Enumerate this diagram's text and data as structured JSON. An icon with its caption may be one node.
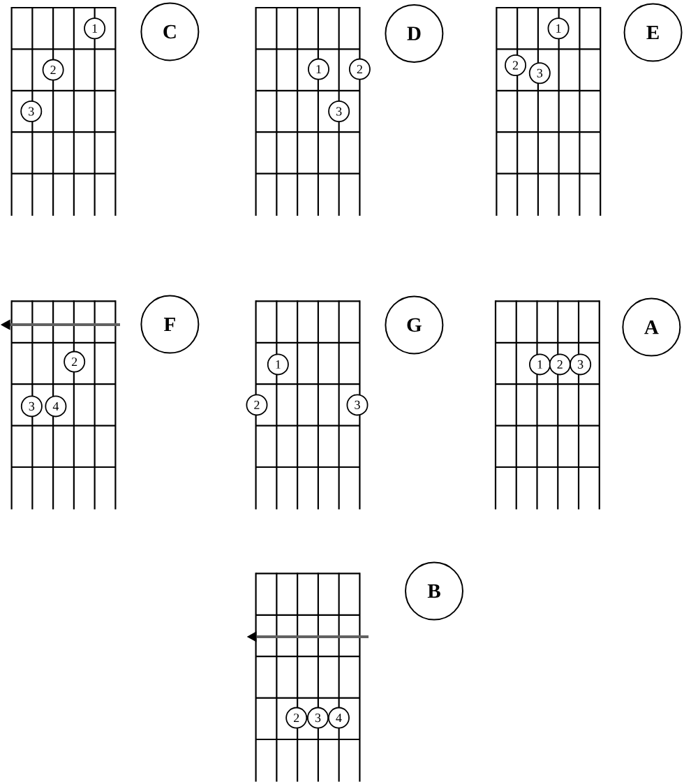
{
  "diagram": {
    "nodes": [
      {
        "text": [],
        "shape": "grid"
      },
      {
        "text": [
          "1"
        ],
        "in": 0
      },
      {
        "text": [
          "2"
        ],
        "in": 0
      },
      {
        "text": [
          "3"
        ],
        "in": 0
      },
      {
        "text": [
          "C"
        ]
      },
      {
        "text": [],
        "shape": "grid"
      },
      {
        "text": [
          "1"
        ],
        "in": 5
      },
      {
        "text": [
          "2"
        ],
        "in": 5
      },
      {
        "text": [
          "3"
        ],
        "in": 5
      },
      {
        "text": [
          "D"
        ]
      },
      {
        "text": [],
        "shape": "grid"
      },
      {
        "text": [
          "1"
        ],
        "in": 10
      },
      {
        "text": [
          "2"
        ],
        "in": 10
      },
      {
        "text": [
          "3"
        ],
        "in": 10
      },
      {
        "text": [
          "E"
        ]
      },
      {
        "text": [],
        "shape": "grid"
      },
      {
        "text": [
          "2"
        ],
        "in": 15
      },
      {
        "text": [
          "3"
        ],
        "in": 15
      },
      {
        "text": [
          "4"
        ],
        "in": 15
      },
      {
        "text": [
          "F"
        ]
      },
      {
        "text": [],
        "shape": "grid"
      },
      {
        "text": [
          "1"
        ],
        "in": 20
      },
      {
        "text": [
          "2"
        ],
        "in": 20
      },
      {
        "text": [
          "3"
        ],
        "in": 20
      },
      {
        "text": [
          "G"
        ]
      },
      {
        "text": [],
        "shape": "grid"
      },
      {
        "text": [
          "1"
        ],
        "in": 25
      },
      {
        "text": [
          "2"
        ],
        "in": 25
      },
      {
        "text": [
          "3"
        ],
        "in": 25
      },
      {
        "text": [
          "A"
        ]
      },
      {
        "text": [],
        "shape": "grid"
      },
      {
        "text": [
          "2"
        ],
        "in": 30
      },
      {
        "text": [
          "3"
        ],
        "in": 30
      },
      {
        "text": [
          "4"
        ],
        "in": 30
      },
      {
        "text": [
          "B"
        ]
      }
    ]
  }
}
